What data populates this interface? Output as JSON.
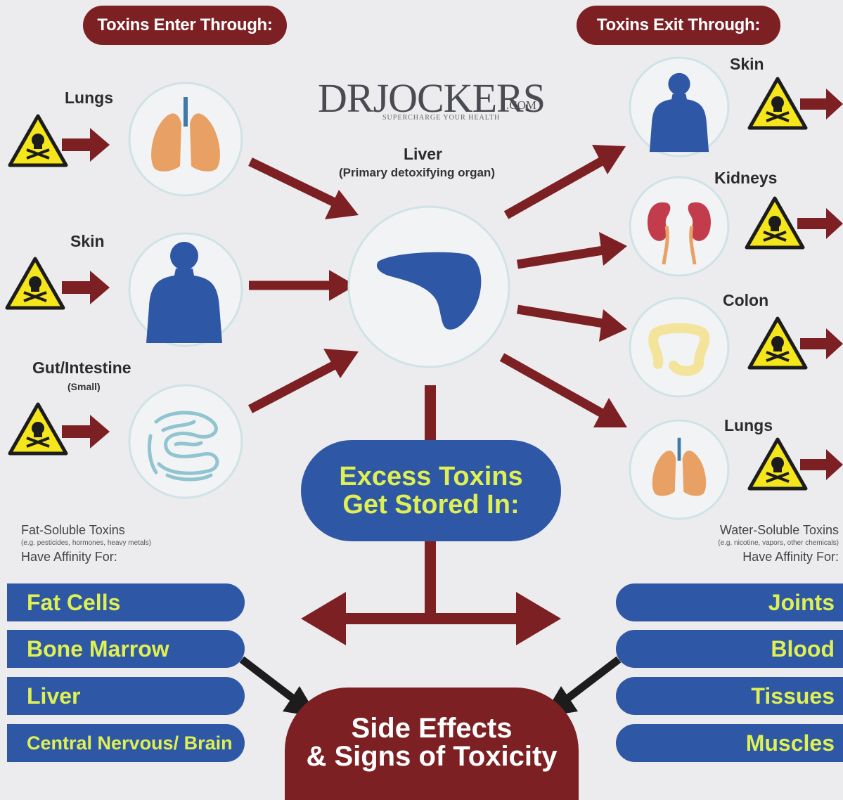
{
  "headers": {
    "enter": "Toxins Enter Through:",
    "exit": "Toxins Exit Through:"
  },
  "logo": {
    "main": "DRJOCKERS",
    "com": ".COM",
    "tagline": "SUPERCHARGE YOUR HEALTH"
  },
  "liver": {
    "label": "Liver",
    "sublabel": "(Primary detoxifying organ)"
  },
  "enter": [
    {
      "label": "Lungs",
      "icon": "lungs-icon"
    },
    {
      "label": "Skin",
      "icon": "human-body-icon"
    },
    {
      "label": "Gut/Intestine",
      "sublabel": "(Small)",
      "icon": "intestine-icon"
    }
  ],
  "exit": [
    {
      "label": "Skin",
      "icon": "human-body-icon"
    },
    {
      "label": "Kidneys",
      "icon": "kidneys-icon"
    },
    {
      "label": "Colon",
      "icon": "colon-icon"
    },
    {
      "label": "Lungs",
      "icon": "lungs-icon"
    }
  ],
  "center": {
    "line1": "Excess Toxins",
    "line2": "Get Stored In:"
  },
  "fat_soluble": {
    "title": "Fat-Soluble Toxins",
    "examples": "(e.g. pesticides, hormones, heavy metals)",
    "affinity": "Have Affinity For:",
    "items": [
      "Fat Cells",
      "Bone Marrow",
      "Liver",
      "Central Nervous/ Brain"
    ]
  },
  "water_soluble": {
    "title": "Water-Soluble Toxins",
    "examples": "(e.g. nicotine, vapors, other chemicals)",
    "affinity": "Have Affinity For:",
    "items": [
      "Joints",
      "Blood",
      "Tissues",
      "Muscles"
    ]
  },
  "side_effects": {
    "line1": "Side Effects",
    "line2": "& Signs of Toxicity"
  },
  "colors": {
    "maroon": "#7d2024",
    "blue": "#2e57a6",
    "yellow_green": "#dff052",
    "hazard_yellow": "#f5e51b",
    "background": "#ececee"
  }
}
